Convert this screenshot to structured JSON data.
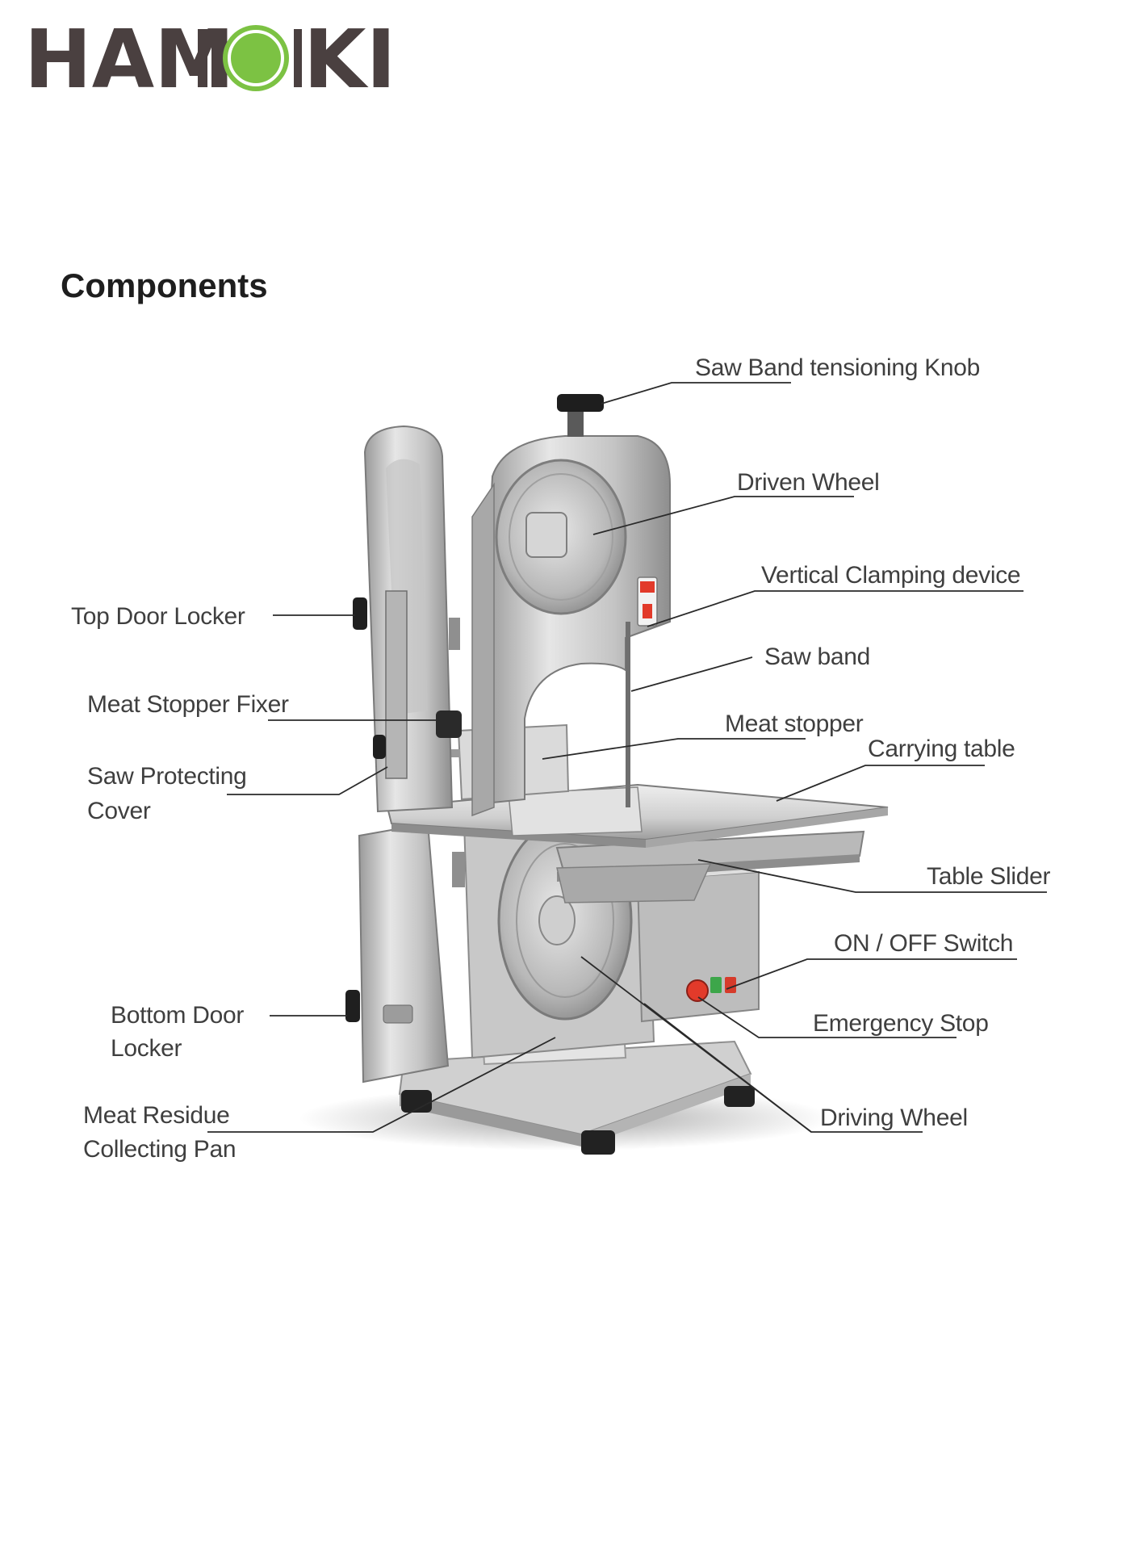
{
  "brand": {
    "name_left": "HAM",
    "name_right": "KI",
    "accent_color": "#7cc243",
    "text_color": "#4a4040",
    "mark_icon": "plate-fork-knife-icon"
  },
  "heading": "Components",
  "labels": {
    "saw_band_tensioning_knob": "Saw Band tensioning Knob",
    "driven_wheel": "Driven Wheel",
    "vertical_clamping_device": "Vertical Clamping device",
    "top_door_locker": "Top Door Locker",
    "saw_band": "Saw band",
    "meat_stopper_fixer": "Meat Stopper Fixer",
    "meat_stopper": "Meat stopper",
    "carrying_table": "Carrying table",
    "saw_protecting_cover_line1": "Saw Protecting",
    "saw_protecting_cover_line2": "Cover",
    "table_slider": "Table Slider",
    "on_off_switch": "ON / OFF Switch",
    "bottom_door_locker_line1": "Bottom Door",
    "bottom_door_locker_line2": "Locker",
    "emergency_stop": "Emergency  Stop",
    "meat_residue_pan_line1": "Meat Residue",
    "meat_residue_pan_line2": "Collecting Pan",
    "driving_wheel": "Driving Wheel"
  },
  "colors": {
    "steel_light": "#dcdcdc",
    "steel_mid": "#b9b9b9",
    "steel_dark": "#7d7d7d",
    "emergency_red": "#e23a2a",
    "switch_green": "#3da64a",
    "switch_red": "#d63b2b"
  }
}
